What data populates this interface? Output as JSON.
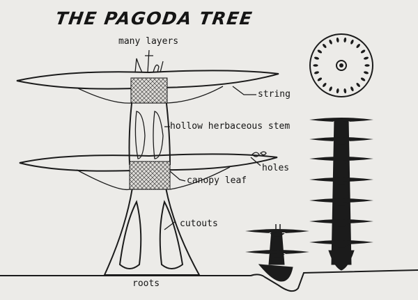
{
  "title": "THE PAGODA TREE",
  "labels": {
    "many_layers": "many layers",
    "string": "string",
    "hollow_stem": "hollow herbaceous stem",
    "holes": "holes",
    "canopy_leaf": "canopy leaf",
    "cutouts": "cutouts",
    "roots": "roots"
  },
  "colors": {
    "paper": "#ecebe8",
    "ink": "#1b1b1b"
  }
}
